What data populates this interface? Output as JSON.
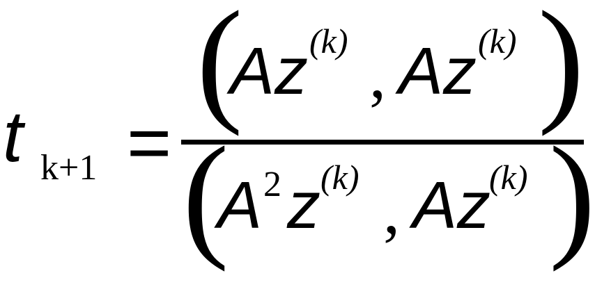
{
  "formula": {
    "lhs": {
      "symbol": "t",
      "subscript": "k+1"
    },
    "equals": "=",
    "numerator": {
      "open_paren": "(",
      "term1": {
        "base": "Az",
        "superscript": "(k)"
      },
      "comma": ",",
      "term2": {
        "base": "Az",
        "superscript": "(k)"
      },
      "close_paren": ")"
    },
    "denominator": {
      "open_paren": "(",
      "term1": {
        "A": "A",
        "power": "2",
        "z": "z",
        "superscript": "(k)"
      },
      "comma": ",",
      "term2": {
        "base": "Az",
        "superscript": "(k)"
      },
      "close_paren": ")"
    },
    "colors": {
      "ink": "#000000",
      "background": "#ffffff"
    }
  }
}
